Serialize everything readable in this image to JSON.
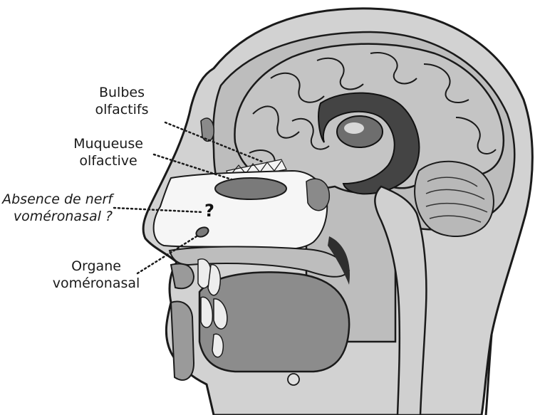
{
  "labels": {
    "bulbes_1": "Bulbes",
    "bulbes_2": "olfactifs",
    "muqueuse_1": "Muqueuse",
    "muqueuse_2": "olfactive",
    "absence_1": "Absence de nerf",
    "absence_2": "voméronasal ?",
    "organe_1": "Organe",
    "organe_2": "voméronasal",
    "question_mark": "?"
  }
}
